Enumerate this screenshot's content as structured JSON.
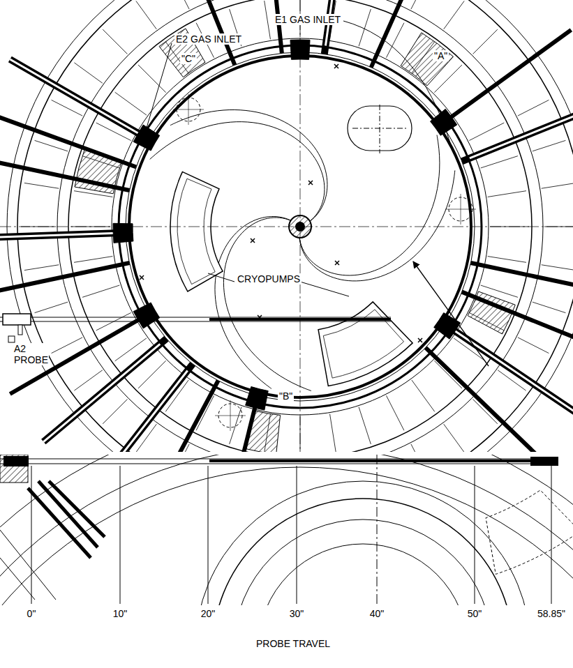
{
  "diagram": {
    "labels": [
      "E1 GAS INLET",
      "E2 GAS INLET",
      "\"C\"",
      "\"A\"",
      "\"B\"",
      "CRYOPUMPS",
      "A2 PROBE",
      "0\"",
      "10\"",
      "20\"",
      "30\"",
      "40\"",
      "50\"",
      "58.85\"",
      "PROBE TRAVEL"
    ]
  }
}
